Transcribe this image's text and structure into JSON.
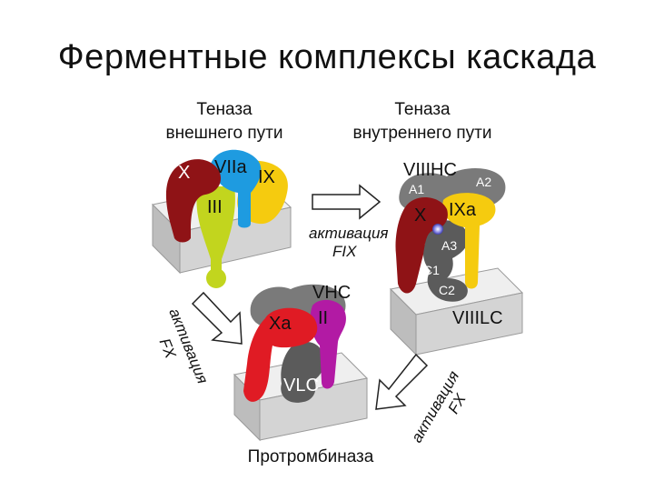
{
  "title": "Ферментные комплексы каскада",
  "extrinsic": {
    "caption_line1": "Теназа",
    "caption_line2": "внешнего пути",
    "x": "X",
    "viia": "VIIa",
    "ix": "IX",
    "iii": "III"
  },
  "intrinsic": {
    "caption_line1": "Теназа",
    "caption_line2": "внутреннего пути",
    "viiihc": "VIIIHC",
    "a1": "A1",
    "a2": "A2",
    "x": "X",
    "ixa": "IXa",
    "a3": "A3",
    "c1": "C1",
    "c2": "C2",
    "viiilc": "VIIILC"
  },
  "activation_fix": {
    "line1": "активация",
    "line2": "FIX"
  },
  "activation_fx_left": {
    "line1": "активация",
    "line2": "FX"
  },
  "activation_fx_right": {
    "line1": "активация",
    "line2": "FX"
  },
  "prothrombinase": {
    "caption": "Протромбиназа",
    "vhc": "VHC",
    "xa": "Xa",
    "ii": "II",
    "vlc": "VLC"
  },
  "colors": {
    "dark_red": "#8f1316",
    "red": "#e01b24",
    "blue": "#1e9be0",
    "yellow": "#f5cb0f",
    "lime": "#c2d51e",
    "gray_dark": "#5b5b5b",
    "gray_mid": "#7a7a7a",
    "magenta": "#b21aa4",
    "platform": "#d9d9d9"
  }
}
